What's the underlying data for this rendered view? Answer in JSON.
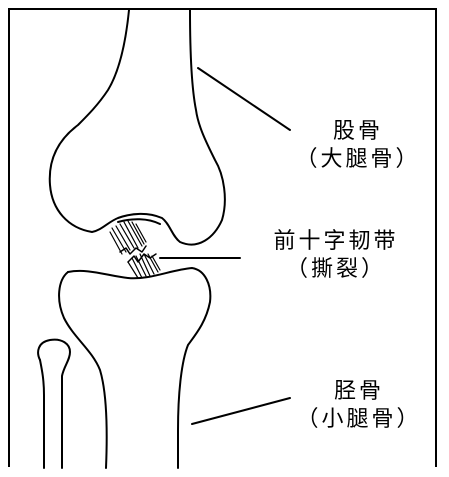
{
  "labels": {
    "femur": {
      "line1": "股骨",
      "line2": "（大腿骨）"
    },
    "acl": {
      "line1": "前十字韧带",
      "line2": "（撕裂）"
    },
    "tibia": {
      "line1": "胫骨",
      "line2": "（小腿骨）"
    }
  },
  "colors": {
    "stroke": "#000000",
    "background": "#ffffff"
  }
}
